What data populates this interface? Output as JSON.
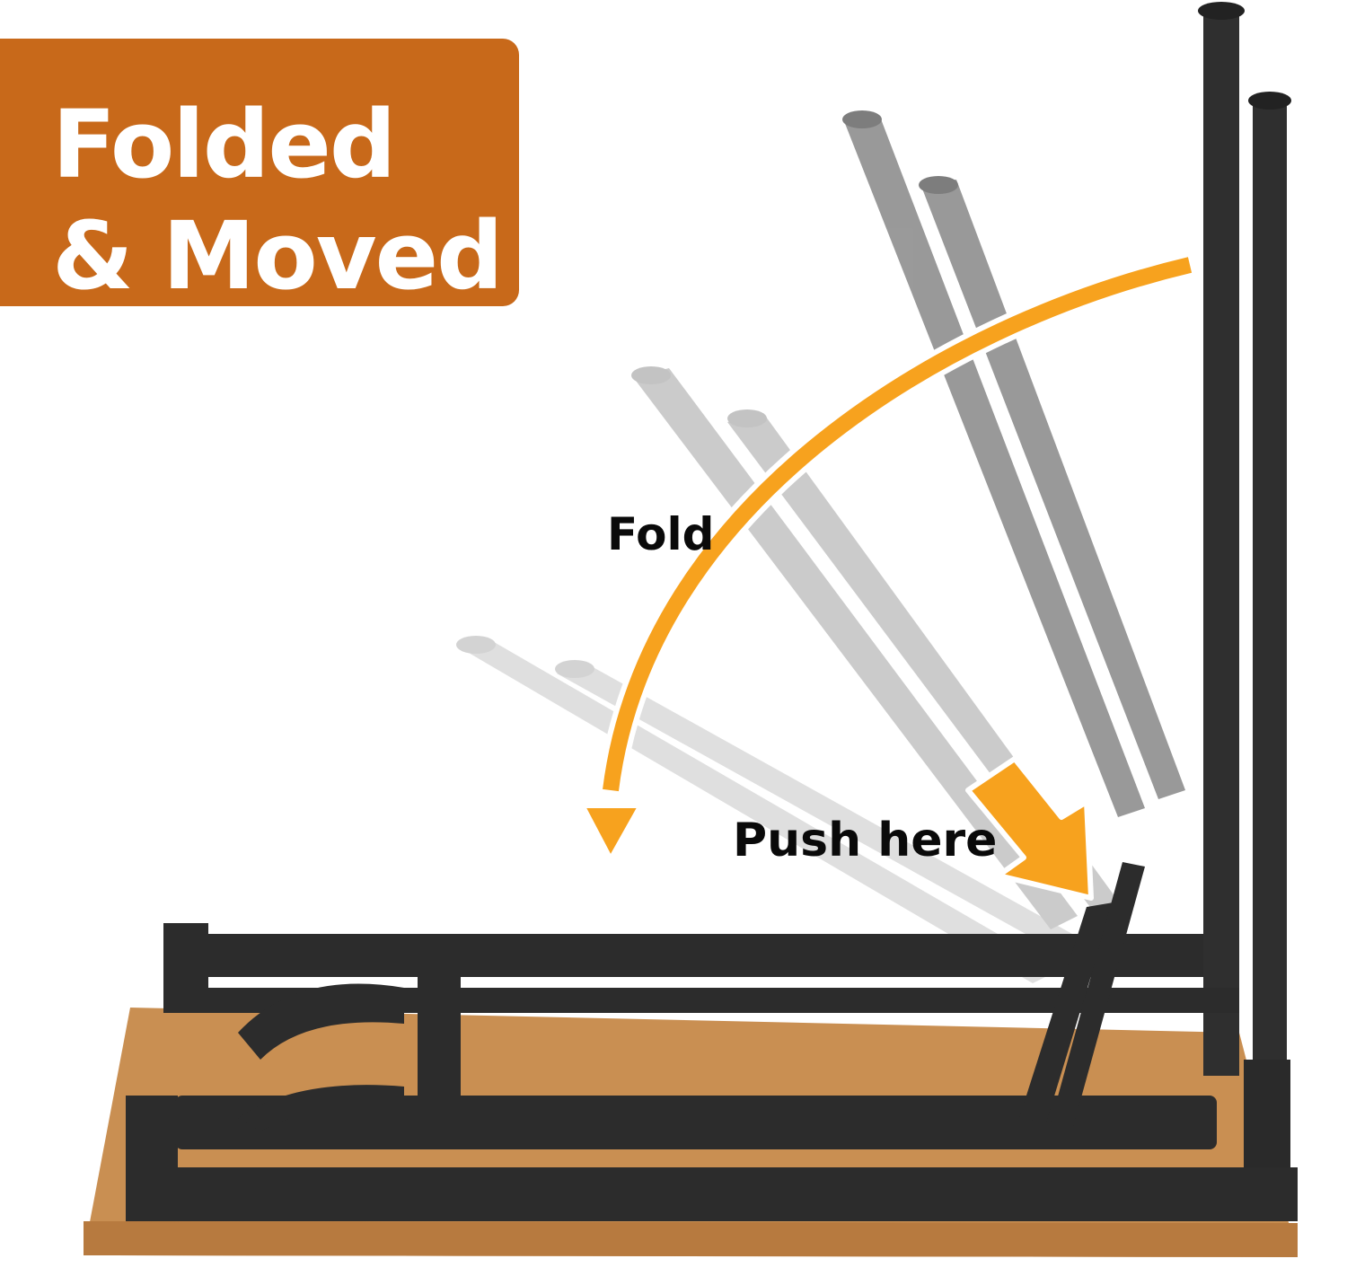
{
  "badge": {
    "line1": "Folded",
    "line2": "& Moved",
    "color": "#c8691a"
  },
  "annotations": {
    "fold": "Fold",
    "push": "Push here"
  },
  "colors": {
    "arrow": "#f7a21e",
    "frame": "#2b2b2b",
    "tabletop": "#c98f52",
    "ghost_legs": "#b7b7b7"
  },
  "icons": {
    "fold_arrow": "curved-arrow-down-left",
    "push_arrow": "arrow-down-right"
  }
}
